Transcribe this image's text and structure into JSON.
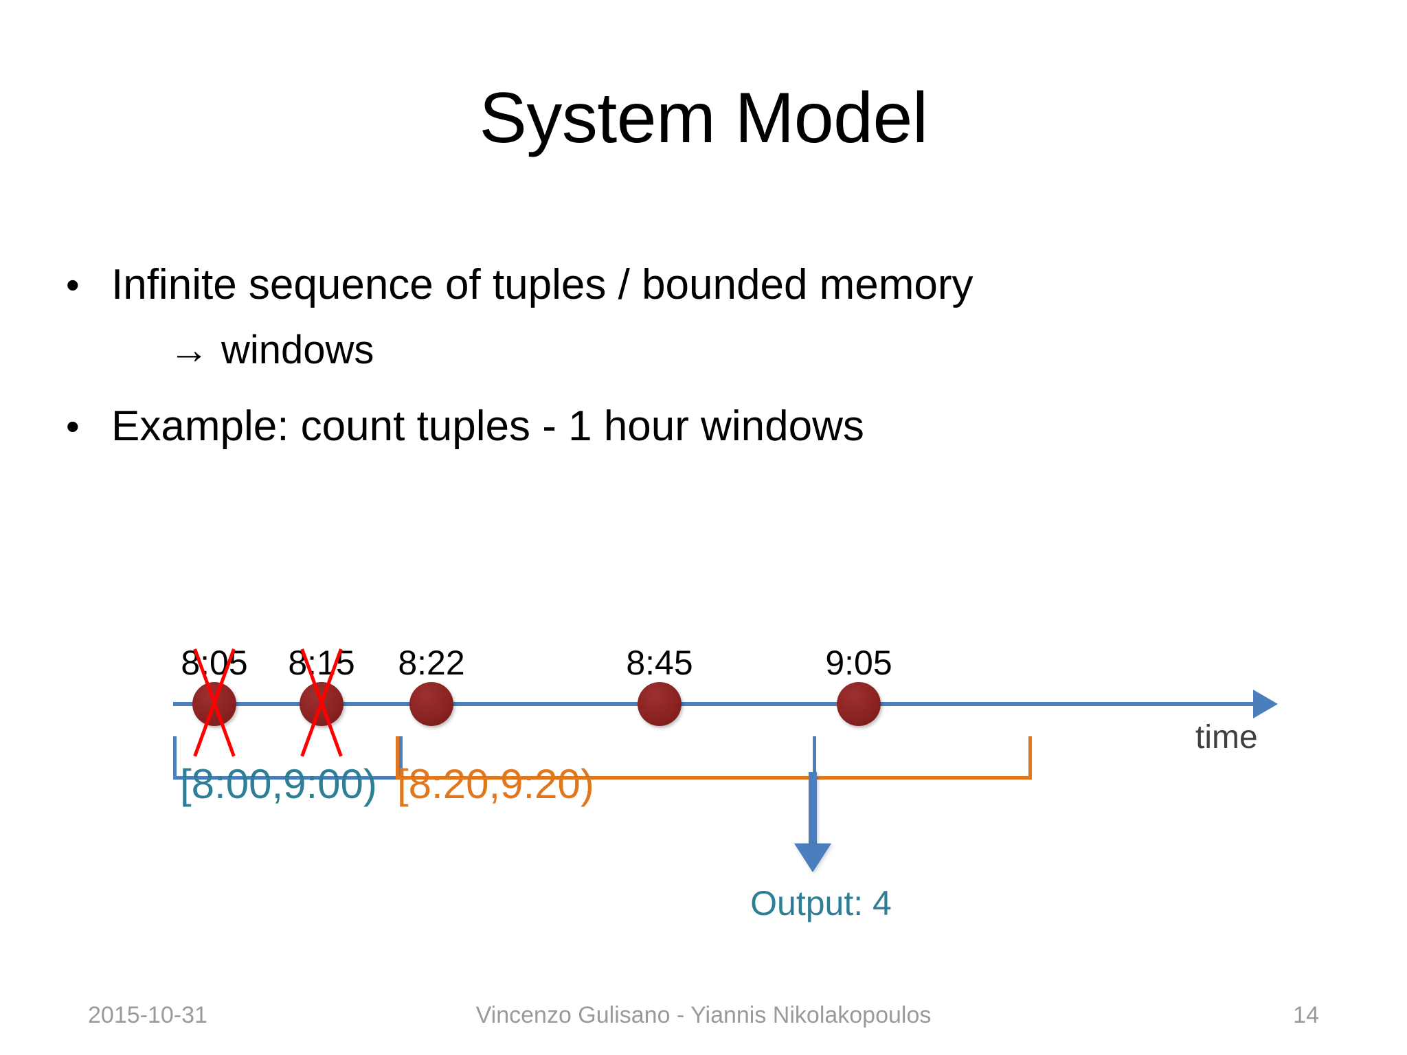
{
  "slide": {
    "title": "System Model"
  },
  "body": {
    "bullet_mark": "•",
    "bullets": [
      {
        "text": "Infinite sequence of tuples / bounded memory"
      },
      {
        "text": "Example: count tuples - 1 hour windows"
      }
    ],
    "sub_item": {
      "arrow": "→",
      "text": "windows"
    }
  },
  "figure": {
    "axis_label": "time",
    "events": [
      {
        "time": "8:05",
        "crossed": true
      },
      {
        "time": "8:15",
        "crossed": true
      },
      {
        "time": "8:22",
        "crossed": false
      },
      {
        "time": "8:45",
        "crossed": false
      },
      {
        "time": "9:05",
        "crossed": false
      }
    ],
    "windows": [
      {
        "label": "[8:00,9:00)",
        "color": "#2E7E96",
        "bracket_color": "#4A7EBC"
      },
      {
        "label": "[8:20,9:20)",
        "color": "#E1771C",
        "bracket_color": "#E1771C"
      }
    ],
    "output": {
      "label": "Output: 4",
      "color": "#2E7E96"
    },
    "colors": {
      "axis": "#4A7EBC",
      "dot": "#8B2322",
      "cross": "#FF0000",
      "teal": "#2E7E96",
      "orange": "#E1771C"
    }
  },
  "footer": {
    "date": "2015-10-31",
    "authors": "Vincenzo Gulisano - Yiannis Nikolakopoulos",
    "page": "14"
  }
}
